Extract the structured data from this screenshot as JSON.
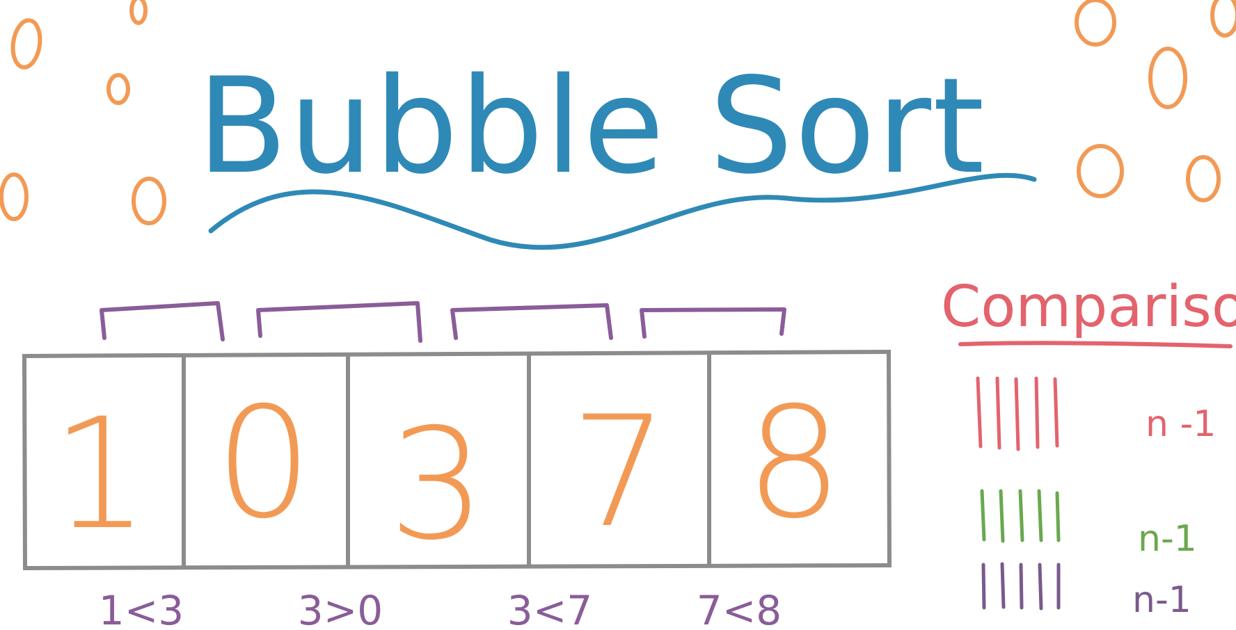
{
  "title": "Bubble Sort",
  "side_heading": "Comparisons",
  "cells": [
    "1",
    "0",
    "3",
    "7",
    "8"
  ],
  "comparisons": [
    "1<3",
    "3>0",
    "3<7",
    "7<8"
  ],
  "passes": [
    {
      "formula": "n -1",
      "color": "#e3636d"
    },
    {
      "formula": "n-1",
      "color": "#6aa84f"
    },
    {
      "formula": "n-1",
      "color": "#7a5a8c"
    }
  ],
  "colors": {
    "title": "#2f89b6",
    "accent": "#f29a55",
    "bracket": "#8a5c99",
    "box": "#8c8c8c",
    "heading": "#e3636d"
  }
}
